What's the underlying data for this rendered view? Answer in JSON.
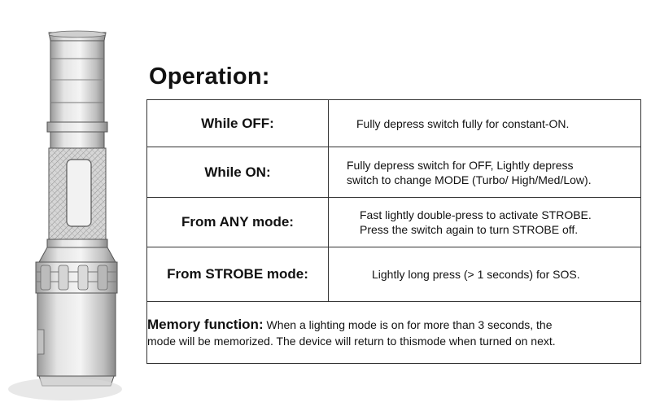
{
  "heading": "Operation:",
  "rows": [
    {
      "label": "While OFF:",
      "lines": [
        "Fully depress switch fully for constant-ON."
      ]
    },
    {
      "label": "While ON:",
      "lines": [
        "Fully depress switch for OFF, Lightly depress",
        "switch to change MODE (Turbo/ High/Med/Low)."
      ]
    },
    {
      "label": "From ANY mode:",
      "lines": [
        "Fast lightly double-press to activate STROBE.",
        "Press the switch again to turn STROBE off."
      ]
    },
    {
      "label": "From STROBE mode:",
      "lines": [
        "Lightly long press (> 1 seconds) for SOS."
      ]
    }
  ],
  "memory": {
    "title": "Memory function:",
    "line1": " When a lighting mode is on for more than 3 seconds, the",
    "line2": "mode will be memorized. The device will return to thismode when turned on next."
  },
  "image": {
    "icon": "flashlight-sketch"
  }
}
